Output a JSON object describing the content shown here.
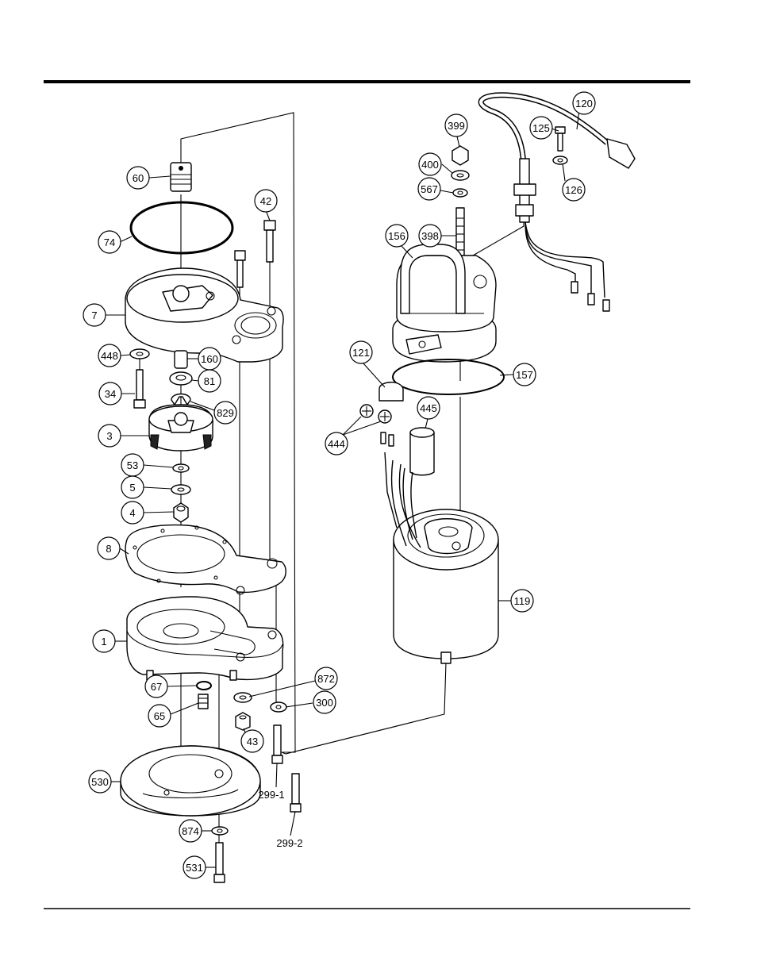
{
  "labels": {
    "p60": "60",
    "p74": "74",
    "p42": "42",
    "p7": "7",
    "p448": "448",
    "p160": "160",
    "p81": "81",
    "p34": "34",
    "p829": "829",
    "p3": "3",
    "p53": "53",
    "p5": "5",
    "p4": "4",
    "p8": "8",
    "p1": "1",
    "p67": "67",
    "p65": "65",
    "p872": "872",
    "p300": "300",
    "p43": "43",
    "p530": "530",
    "p874": "874",
    "p531": "531",
    "p299_1": "299-1",
    "p299_2": "299-2",
    "p120": "120",
    "p125": "125",
    "p126": "126",
    "p399": "399",
    "p400": "400",
    "p567": "567",
    "p398": "398",
    "p156": "156",
    "p121": "121",
    "p157": "157",
    "p444": "444",
    "p445": "445",
    "p119": "119"
  }
}
